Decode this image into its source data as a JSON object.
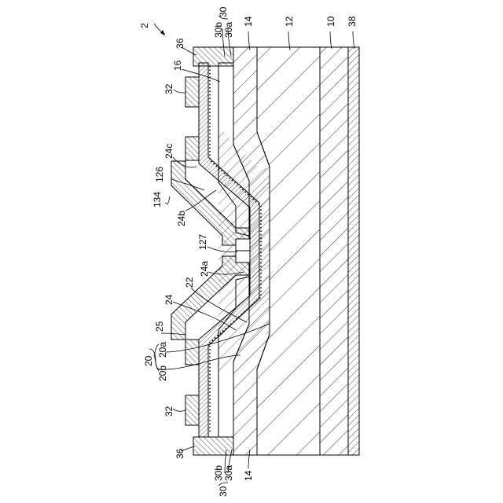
{
  "figure": {
    "number": "2",
    "labels": {
      "substrate_38": "38",
      "layer_10": "10",
      "layer_12": "12",
      "layer_14_top": "14",
      "layer_14_bottom": "14",
      "bank_30_top": "30",
      "bank_30b_top": "30b",
      "bank_30a_top": "30a",
      "bank_30_bottom": "30",
      "bank_30b_bottom": "30b",
      "bank_30a_bottom": "30a",
      "pad_36_top": "36",
      "pad_36_bottom": "36",
      "layer_16": "16",
      "electrode_32_top": "32",
      "electrode_32_bottom": "32",
      "layer_24c": "24c",
      "layer_126": "126",
      "layer_134": "134",
      "layer_24b": "24b",
      "layer_127": "127",
      "layer_24a": "24a",
      "layer_22": "22",
      "layer_24": "24",
      "layer_25": "25",
      "group_20": "20",
      "layer_20a": "20a",
      "layer_20b": "20b"
    }
  }
}
